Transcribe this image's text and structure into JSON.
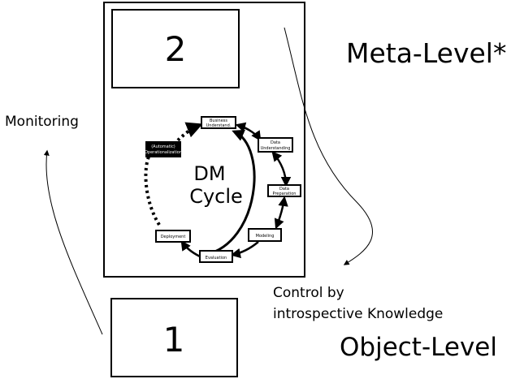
{
  "labels": {
    "meta_level": "Meta-Level*",
    "object_level": "Object-Level",
    "monitoring": "Monitoring",
    "control_line1": "Control by",
    "control_line2": "introspective Knowledge"
  },
  "boxes": {
    "meta_number": "2",
    "object_number": "1"
  },
  "cycle": {
    "title_line1": "DM",
    "title_line2": "Cycle",
    "nodes": {
      "business": [
        "Business",
        "Understand."
      ],
      "data_understanding": [
        "Data",
        "Understanding"
      ],
      "data_preparation": [
        "Data",
        "Preparation"
      ],
      "modeling": "Modeling",
      "evaluation": "Evaluation",
      "deployment": "Deployment",
      "automatic_ops": [
        "(Automatic)",
        "Operationalization"
      ]
    }
  }
}
